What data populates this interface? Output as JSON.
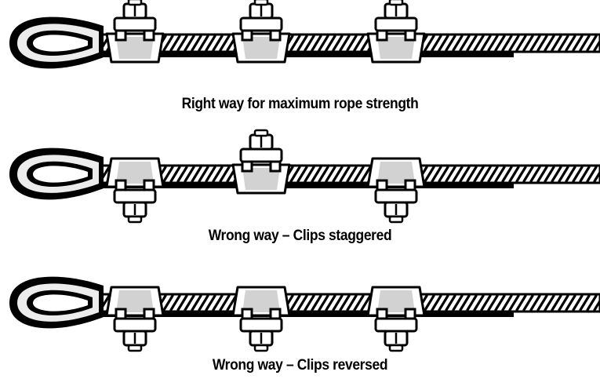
{
  "colors": {
    "ink": "#000000",
    "paper": "#ffffff",
    "shade": "#d2d2d2",
    "light": "#ececec"
  },
  "rows": [
    {
      "caption": "Right way for maximum rope strength",
      "clips": [
        "up",
        "up",
        "up"
      ]
    },
    {
      "caption": "Wrong way – Clips staggered",
      "clips": [
        "down",
        "up",
        "down"
      ]
    },
    {
      "caption": "Wrong way – Clips reversed",
      "clips": [
        "down",
        "down",
        "down"
      ]
    }
  ]
}
